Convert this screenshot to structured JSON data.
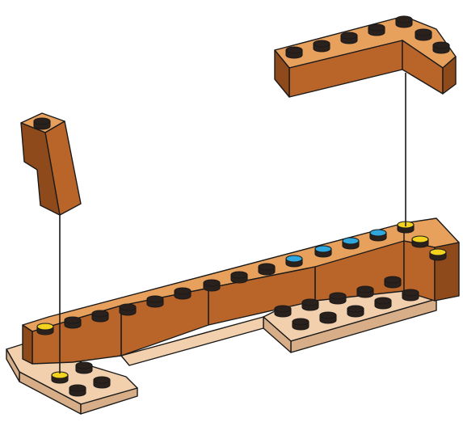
{
  "figure": {
    "kind": "building-instruction-step",
    "caption": "",
    "parts": [
      {
        "id": "l-corner-brick",
        "color": "orange-brown"
      },
      {
        "id": "slope-brick",
        "color": "orange-brown"
      },
      {
        "id": "base-assembly",
        "color": "orange-brown"
      }
    ],
    "guides": [
      "slope-to-yellow-stud",
      "corner-to-yellow-stud"
    ],
    "highlight_colors": {
      "attach_point": "#f2d21c",
      "new_studs": "#2fa7dc"
    }
  },
  "colors": {
    "brick_top": "#e8a15d",
    "brick_front": "#b9652a",
    "brick_side": "#8e4a1b",
    "plate_top": "#f2d0ad",
    "plate_front": "#d7ae87",
    "stud_dark": "#2b211c",
    "stud_yellow": "#f2d21c",
    "stud_blue": "#2fa7dc",
    "outline": "#1a1a1a",
    "background": "#ffffff"
  }
}
